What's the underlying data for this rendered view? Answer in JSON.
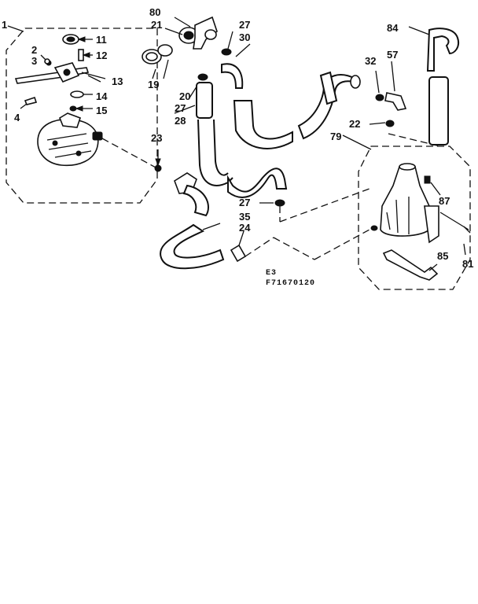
{
  "diagram": {
    "part_numbers": [
      "1",
      "2",
      "3",
      "4",
      "11",
      "12",
      "13",
      "14",
      "15",
      "80",
      "21",
      "19",
      "20",
      "27",
      "28",
      "23",
      "30",
      "84",
      "32",
      "57",
      "22",
      "79",
      "87",
      "81",
      "85",
      "35",
      "24"
    ],
    "labels": {
      "p1": "1",
      "p2": "2",
      "p3": "3",
      "p4": "4",
      "p11": "11",
      "p12": "12",
      "p13": "13",
      "p14": "14",
      "p15": "15",
      "p80": "80",
      "p21": "21",
      "p19": "19",
      "p20": "20",
      "p27a": "27",
      "p27b": "27",
      "p27c": "27",
      "p28": "28",
      "p23": "23",
      "p30": "30",
      "p84": "84",
      "p32": "32",
      "p57": "57",
      "p22": "22",
      "p79": "79",
      "p87": "87",
      "p81": "81",
      "p85": "85",
      "p35": "35",
      "p24": "24"
    },
    "footer_line1": "E3",
    "footer_line2": "F71670120"
  }
}
